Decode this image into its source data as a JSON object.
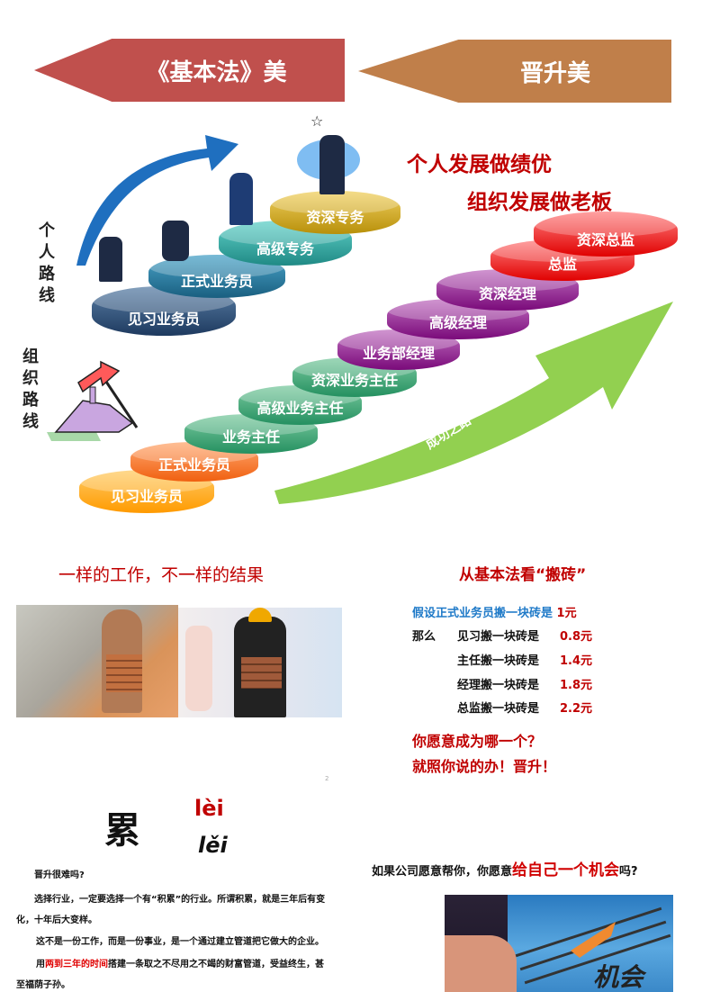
{
  "banners": {
    "left": "《基本法》美",
    "right": "晋升美"
  },
  "personal_route": {
    "label": "个人路线",
    "steps": [
      "见习业务员",
      "正式业务员",
      "高级专务",
      "资深专务"
    ]
  },
  "slogans": {
    "line1": "个人发展做绩优",
    "line2": "组织发展做老板"
  },
  "org_route": {
    "label": "组织路线",
    "steps": [
      "见习业务员",
      "正式业务员",
      "业务主任",
      "高级业务主任",
      "资深业务主任",
      "业务部经理",
      "高级经理",
      "资深经理",
      "总监",
      "资深总监"
    ],
    "arrow_label": "成功之路"
  },
  "same_work": {
    "title": "一样的工作，不一样的结果"
  },
  "bricks": {
    "title": "从基本法看“搬砖”",
    "assumption": "假设正式业务员搬一块砖是",
    "assumption_value": "1元",
    "prefix": "那么",
    "rows": [
      {
        "label": "见习搬一块砖是",
        "value": "0.8元"
      },
      {
        "label": "主任搬一块砖是",
        "value": "1.4元"
      },
      {
        "label": "经理搬一块砖是",
        "value": "1.8元"
      },
      {
        "label": "总监搬一块砖是",
        "value": "2.2元"
      }
    ],
    "question": "你愿意成为哪一个？",
    "answer": "就照你说的办！晋升！"
  },
  "page_number": "2",
  "lei": {
    "char": "累",
    "pinyin1": "lèi",
    "pinyin2": "lěi",
    "p1": "晋升很难吗?",
    "p2": "选择行业，一定要选择一个有“积累”的行业。所谓积累，就是三年后有变",
    "p2b": "化，十年后大变样。",
    "p3": "这不是一份工作，而是一份事业，是一个通过建立管道把它做大的企业。",
    "p4_pre": "用",
    "p4_hl": "两到三年的时间",
    "p4_post": "搭建一条取之不尽用之不竭的财富管道，受益终生，甚",
    "p4b": "至福荫子孙。"
  },
  "chance": {
    "pre": "如果公司愿意帮你，你愿意",
    "hl": "给自己一个机会",
    "post": "吗?",
    "image_text": "机会"
  },
  "colors": {
    "banner_left": "#c0504d",
    "banner_right": "#c07f4a",
    "accent_red": "#c00000",
    "blue_text": "#1f7ac8",
    "green_arrow": "#92d050"
  }
}
